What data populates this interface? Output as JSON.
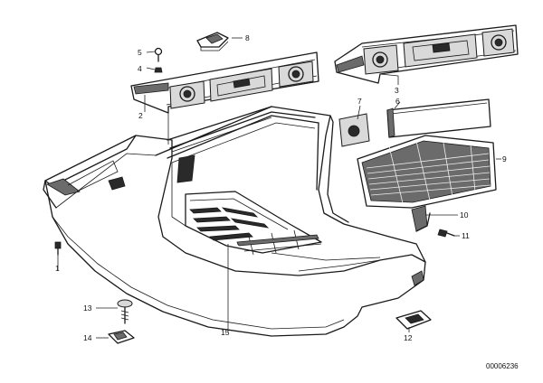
{
  "callouts": [
    {
      "id": "c1",
      "label": "1"
    },
    {
      "id": "c2",
      "label": "2"
    },
    {
      "id": "c3",
      "label": "3"
    },
    {
      "id": "c4",
      "label": "4"
    },
    {
      "id": "c5",
      "label": "5"
    },
    {
      "id": "c6",
      "label": "6"
    },
    {
      "id": "c7",
      "label": "7"
    },
    {
      "id": "c8",
      "label": "8"
    },
    {
      "id": "c9",
      "label": "9"
    },
    {
      "id": "c10",
      "label": "10"
    },
    {
      "id": "c11",
      "label": "11"
    },
    {
      "id": "c12",
      "label": "12"
    },
    {
      "id": "c13",
      "label": "13"
    },
    {
      "id": "c14",
      "label": "14"
    },
    {
      "id": "c15",
      "label": "15"
    }
  ],
  "document_number": "00006236"
}
